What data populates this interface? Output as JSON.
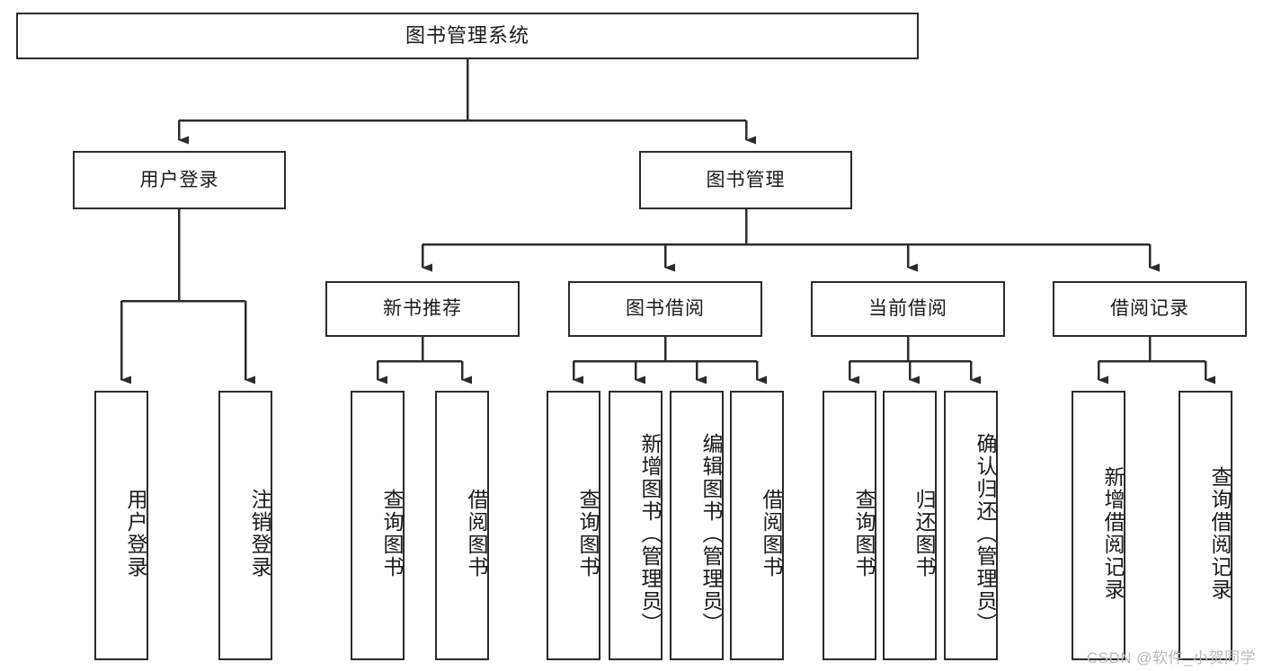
{
  "diagram": {
    "title": "图书管理系统",
    "watermark": "CSDN @软件_小贺同学",
    "line_color": "#2b2b2b",
    "text_color": "#1a1a1a",
    "background": "#ffffff"
  },
  "nodes": {
    "root": {
      "label": "图书管理系统"
    },
    "level2": [
      {
        "label": "用户登录"
      },
      {
        "label": "图书管理"
      }
    ],
    "level3": [
      {
        "label": "新书推荐"
      },
      {
        "label": "图书借阅"
      },
      {
        "label": "当前借阅"
      },
      {
        "label": "借阅记录"
      }
    ],
    "leaves": {
      "user_login": [
        {
          "label": "用户登录"
        },
        {
          "label": "注销登录"
        }
      ],
      "new_book": [
        {
          "label": "查询图书"
        },
        {
          "label": "借阅图书"
        }
      ],
      "book_borrow": [
        {
          "label": "查询图书"
        },
        {
          "label": "新增图书（管理员）"
        },
        {
          "label": "编辑图书（管理员）"
        },
        {
          "label": "借阅图书"
        }
      ],
      "current_borrow": [
        {
          "label": "查询图书"
        },
        {
          "label": "归还图书"
        },
        {
          "label": "确认归还（管理员）"
        }
      ],
      "borrow_record": [
        {
          "label": "新增借阅记录"
        },
        {
          "label": "查询借阅记录"
        }
      ]
    }
  }
}
